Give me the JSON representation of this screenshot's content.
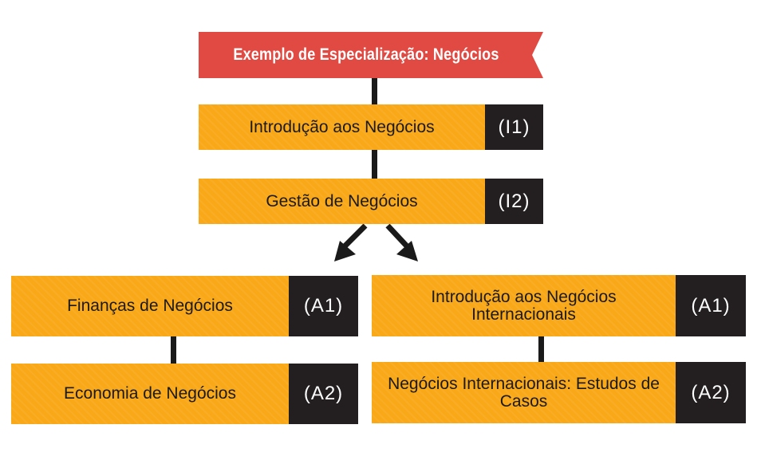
{
  "title": "Exemplo de Especialização:  Negócios",
  "colors": {
    "banner": "#e04a42",
    "box": "#f9a818",
    "level": "#231f20",
    "connector": "#1a1a1a"
  },
  "nodes": {
    "intro": {
      "label": "Introdução aos Negócios",
      "level": "(I1)"
    },
    "gestao": {
      "label": "Gestão de Negócios",
      "level": "(I2)"
    },
    "financas": {
      "label": "Finanças de Negócios",
      "level": "(A1)"
    },
    "economia": {
      "label": "Economia de Negócios",
      "level": "(A2)"
    },
    "intl_intro": {
      "label": "Introdução aos Negócios Internacionais",
      "level": "(A1)"
    },
    "intl_casos": {
      "label": "Negócios Internacionais: Estudos de Casos",
      "level": "(A2)"
    }
  }
}
